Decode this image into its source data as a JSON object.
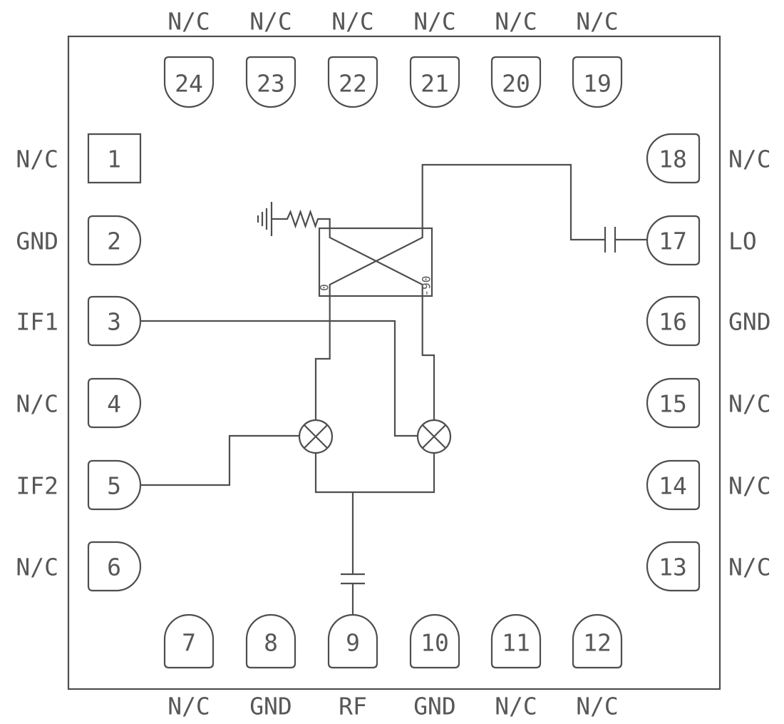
{
  "colors": {
    "line": "#4e4e4e",
    "text": "#575757",
    "background": "#ffffff"
  },
  "package": {
    "pins_left": [
      {
        "number": "1",
        "label": "N/C"
      },
      {
        "number": "2",
        "label": "GND"
      },
      {
        "number": "3",
        "label": "IF1"
      },
      {
        "number": "4",
        "label": "N/C"
      },
      {
        "number": "5",
        "label": "IF2"
      },
      {
        "number": "6",
        "label": "N/C"
      }
    ],
    "pins_top": [
      {
        "number": "24",
        "label": "N/C"
      },
      {
        "number": "23",
        "label": "N/C"
      },
      {
        "number": "22",
        "label": "N/C"
      },
      {
        "number": "21",
        "label": "N/C"
      },
      {
        "number": "20",
        "label": "N/C"
      },
      {
        "number": "19",
        "label": "N/C"
      }
    ],
    "pins_right": [
      {
        "number": "18",
        "label": "N/C"
      },
      {
        "number": "17",
        "label": "LO"
      },
      {
        "number": "16",
        "label": "GND"
      },
      {
        "number": "15",
        "label": "N/C"
      },
      {
        "number": "14",
        "label": "N/C"
      },
      {
        "number": "13",
        "label": "N/C"
      }
    ],
    "pins_bottom": [
      {
        "number": "7",
        "label": "N/C"
      },
      {
        "number": "8",
        "label": "GND"
      },
      {
        "number": "9",
        "label": "RF"
      },
      {
        "number": "10",
        "label": "GND"
      },
      {
        "number": "11",
        "label": "N/C"
      },
      {
        "number": "12",
        "label": "N/C"
      }
    ]
  },
  "coupler": {
    "port_0_label": "0",
    "port_90_label": "-90"
  }
}
